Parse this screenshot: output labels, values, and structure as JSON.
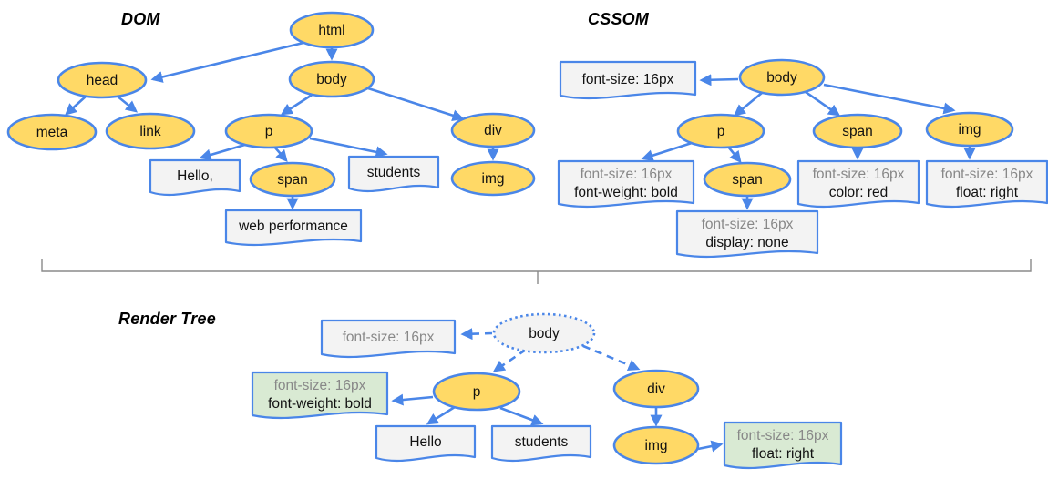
{
  "titles": {
    "dom": "DOM",
    "cssom": "CSSOM",
    "render": "Render Tree"
  },
  "colors": {
    "node_fill": "#ffd966",
    "stroke_blue": "#4a86e8",
    "box_fill": "#f3f3f3",
    "green_fill": "#d9ead3",
    "gray_text": "#888888",
    "bracket_line": "#8a8a8a"
  },
  "dom": {
    "html": "html",
    "head": "head",
    "body": "body",
    "meta": "meta",
    "link": "link",
    "p": "p",
    "span": "span",
    "div": "div",
    "img": "img",
    "text_hello": "Hello,",
    "text_students": "students",
    "text_webperf": "web performance"
  },
  "cssom": {
    "body": "body",
    "p": "p",
    "span": "span",
    "img": "img",
    "span_inner": "span",
    "rule_body": [
      "font-size: 16px"
    ],
    "rule_p": [
      "font-size: 16px",
      "font-weight: bold"
    ],
    "rule_span": [
      "font-size: 16px",
      "color: red"
    ],
    "rule_img": [
      "font-size: 16px",
      "float: right"
    ],
    "rule_span_inner": [
      "font-size: 16px",
      "display: none"
    ]
  },
  "render": {
    "body": "body",
    "p": "p",
    "div": "div",
    "img": "img",
    "rule_body": [
      "font-size: 16px"
    ],
    "rule_p": [
      "font-size: 16px",
      "font-weight: bold"
    ],
    "rule_img": [
      "font-size: 16px",
      "float: right"
    ],
    "text_hello": "Hello",
    "text_students": "students"
  }
}
